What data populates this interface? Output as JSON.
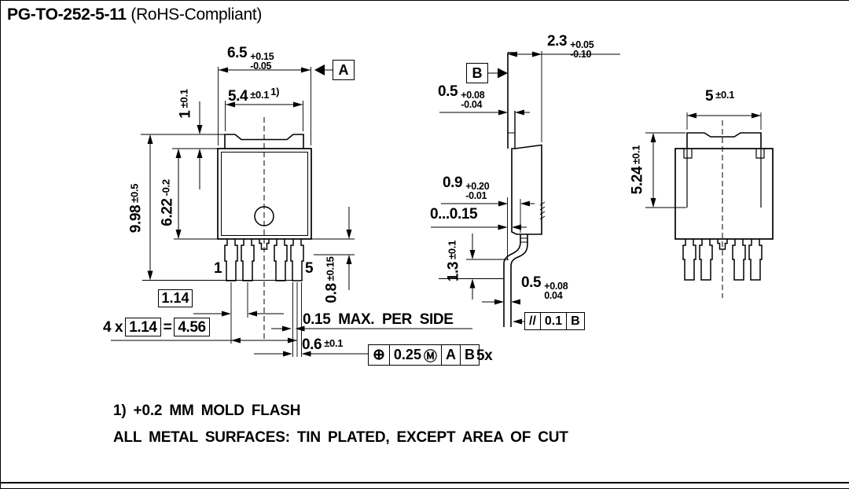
{
  "title": {
    "part_number": "PG-TO-252-5-11",
    "suffix": "(RoHS-Compliant)"
  },
  "front_view": {
    "datum_a": "A",
    "dim_overall_width": {
      "value": "6.5",
      "tol_up": "+0.15",
      "tol_down": "-0.05"
    },
    "dim_tab_width": {
      "value": "5.4",
      "tol": "±0.1",
      "note_ref": "1)"
    },
    "dim_tab_overlap": {
      "value": "1",
      "tol": "±0.1"
    },
    "dim_overall_height": {
      "value": "9.98",
      "tol": "±0.5"
    },
    "dim_body_height": {
      "value": "6.22",
      "tol": "-0.2"
    },
    "dim_lead_standoff": {
      "value": "0.8",
      "tol": "±0.15"
    },
    "pin_first": "1",
    "pin_last": "5",
    "dim_pitch_boxed": "1.14",
    "dim_span": {
      "prefix": "4 x",
      "pitch": "1.14",
      "equals": "=",
      "total": "4.56"
    },
    "dim_mold_flash": "0.15 MAX. PER SIDE",
    "dim_lead_width": {
      "value": "0.6",
      "tol": "±0.1"
    },
    "fcf_position": {
      "symbol": "⊕",
      "tolerance": "0.25",
      "modifier": "Ⓜ",
      "datum1": "A",
      "datum2": "B",
      "count": "5x"
    }
  },
  "side_view": {
    "datum_b": "B",
    "dim_thickness": {
      "value": "2.3",
      "tol_up": "+0.05",
      "tol_down": "-0.10"
    },
    "dim_tab_thickness": {
      "value": "0.5",
      "tol_up": "+0.08",
      "tol_down": "-0.04"
    },
    "dim_lead_offset": {
      "value": "0.9",
      "tol_up": "+0.20",
      "tol_down": "-0.01"
    },
    "dim_gap": "0...0.15",
    "dim_foot_height": {
      "value": "1.3",
      "tol": "±0.1"
    },
    "dim_lead_thickness": {
      "value": "0.5",
      "tol_up": "+0.08",
      "tol_down": "0.04"
    },
    "fcf_parallel": {
      "symbol": "//",
      "tolerance": "0.1",
      "datum": "B"
    }
  },
  "back_view": {
    "dim_tab_width": {
      "value": "5",
      "tol": "±0.1"
    },
    "dim_tab_height": {
      "value": "5.24",
      "tol": "±0.1"
    }
  },
  "notes": {
    "note1": "1) +0.2 MM MOLD FLASH",
    "note2": "ALL METAL SURFACES: TIN PLATED, EXCEPT AREA OF CUT"
  }
}
